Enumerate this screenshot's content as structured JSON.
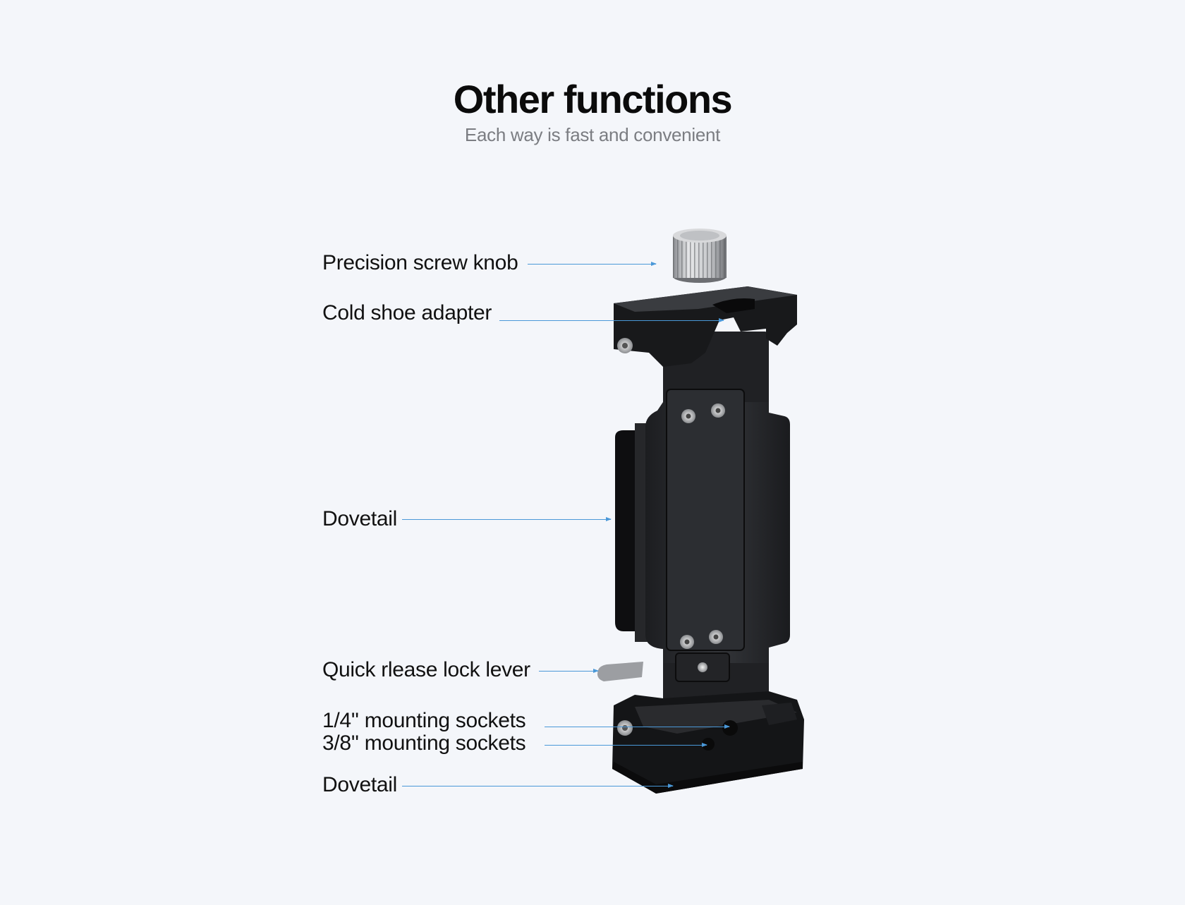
{
  "header": {
    "title": "Other functions",
    "subtitle": "Each way is fast and convenient"
  },
  "callouts": [
    {
      "label": "Precision screw knob"
    },
    {
      "label": "Cold shoe adapter"
    },
    {
      "label": "Dovetail"
    },
    {
      "label": "Quick rlease lock lever"
    },
    {
      "label": "1/4'' mounting sockets"
    },
    {
      "label": "3/8'' mounting sockets"
    },
    {
      "label": "Dovetail"
    }
  ],
  "colors": {
    "background": "#f4f6fa",
    "leader_line": "#4a98d8",
    "title": "#0b0b0b",
    "subtitle": "#7b7d82"
  }
}
